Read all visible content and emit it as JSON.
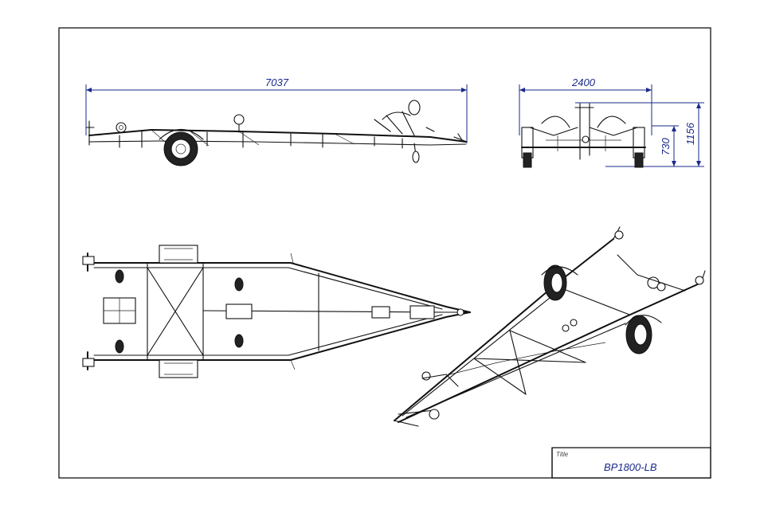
{
  "dimensions": {
    "length": "7037",
    "width": "2400",
    "height_total": "1156",
    "height_bunk": "730"
  },
  "title_block": {
    "label": "Title",
    "value": "BP1800-LB"
  },
  "colors": {
    "dimension_lines": "#1a2a8a",
    "linework": "#111111",
    "background": "#ffffff"
  }
}
